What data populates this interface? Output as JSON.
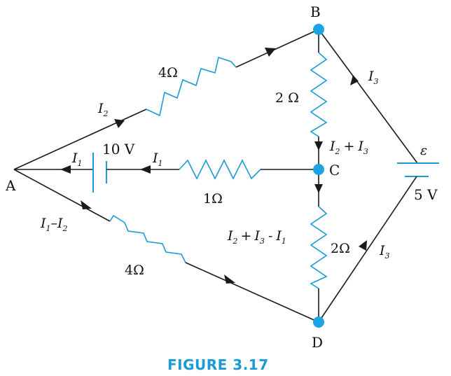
{
  "nodes": {
    "a": "A",
    "b": "B",
    "c": "C",
    "d": "D"
  },
  "resistors": {
    "ab": "4Ω",
    "bc": "2 Ω",
    "ac": "1Ω",
    "ad": "4Ω",
    "cd": "2Ω"
  },
  "batteries": {
    "left_voltage": "10 V",
    "right_symbol": "ε",
    "right_voltage": "5 V"
  },
  "currents": {
    "i_letter": "I",
    "sub_1": "1",
    "sub_2": "2",
    "sub_3": "3",
    "plus": "+",
    "dash": "–",
    "minus": "-"
  },
  "caption": "FIGURE 3.17",
  "colors": {
    "accent": "#1a9ad6",
    "node": "#1ca3e4",
    "wire": "#1a1a1a"
  }
}
